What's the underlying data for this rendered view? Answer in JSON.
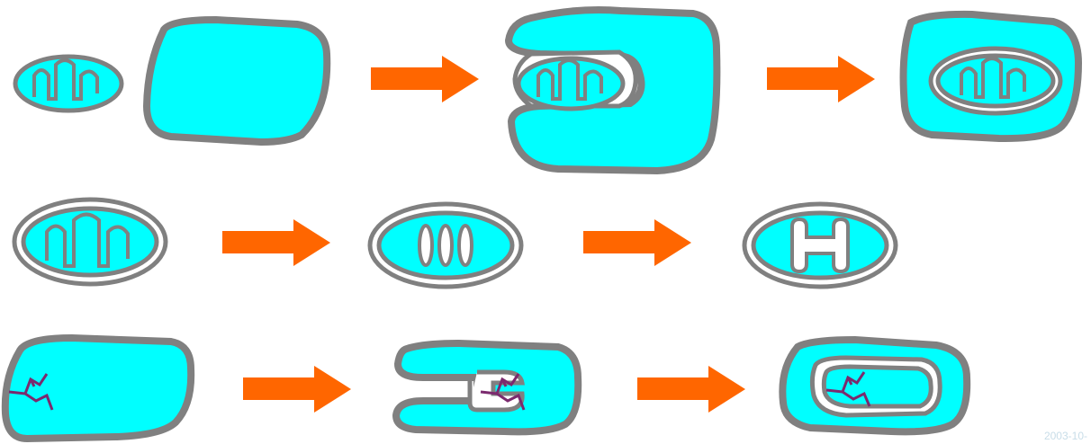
{
  "colors": {
    "fill": "#00FFFF",
    "stroke": "#808080",
    "arrow": "#FF6600",
    "dna": "#7B2A6E",
    "footer_text": "#C8DDE8"
  },
  "diagram": {
    "rows": [
      {
        "name": "row-1-mitochondrion-engulfment",
        "arrows": 2
      },
      {
        "name": "row-2-chloroplast-formation",
        "arrows": 2
      },
      {
        "name": "row-3-nucleus-formation",
        "arrows": 2
      }
    ]
  },
  "footer": {
    "date": "2003-10-"
  }
}
